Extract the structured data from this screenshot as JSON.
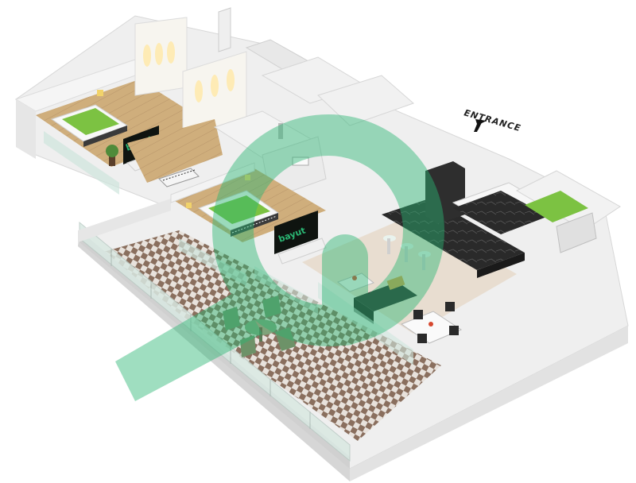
{
  "entrance": {
    "label": "ENTRANCE"
  },
  "tv_logos": {
    "bedroom_tv": "bayut",
    "living_tv": "bayut"
  },
  "watermark": {
    "brand": "bayut",
    "color": "#2bb673"
  },
  "colors": {
    "wall": "#f4f4f4",
    "wall_shadow": "#dcdcdc",
    "wood_floor": "#c9a877",
    "light_floor": "#e8ddd0",
    "tile_dark": "#8a6f5e",
    "tile_light": "#e8e2dc",
    "bed_green": "#7cc242",
    "kitchen_black": "#2a2a2a",
    "glass": "#cfe6dd"
  }
}
